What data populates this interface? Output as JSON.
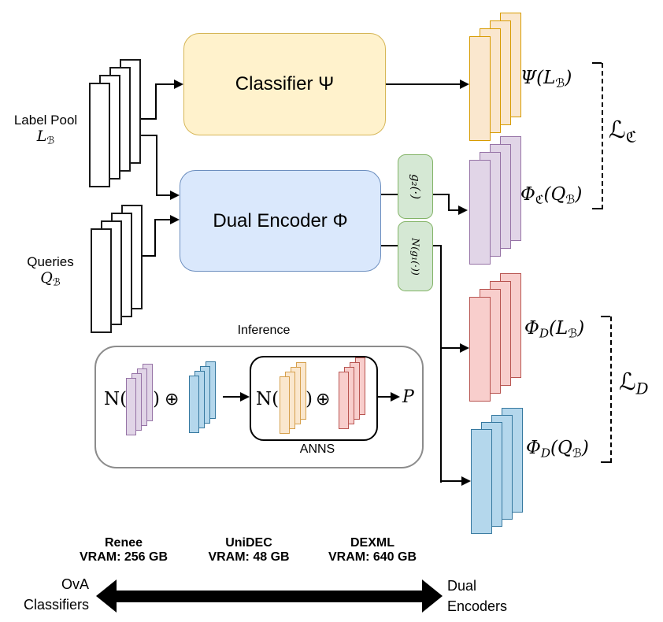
{
  "colors": {
    "classifier_box": {
      "fill": "#FFF2CC",
      "stroke": "#D6B656"
    },
    "dual_encoder_box": {
      "fill": "#DAE8FC",
      "stroke": "#6C8EBF"
    },
    "projection_box": {
      "fill": "#D5E8D4",
      "stroke": "#82B366"
    },
    "stacks": {
      "white": {
        "fill": "#FFFFFF",
        "stroke": "#1A1A1A"
      },
      "orange": {
        "fill": "#FAE7CE",
        "stroke": "#D79B00"
      },
      "purple": {
        "fill": "#E1D5E7",
        "stroke": "#9673A6"
      },
      "red": {
        "fill": "#F8CECC",
        "stroke": "#B85450"
      },
      "blue": {
        "fill": "#B4D7EC",
        "stroke": "#35789F"
      },
      "mini_orange": {
        "fill": "#FAE7CE",
        "stroke": "#D6A04D"
      }
    },
    "line": "#000000",
    "inference_border": "#8C8C8C",
    "anns_border": "#000000"
  },
  "inputs": {
    "label_pool": {
      "title": "Label Pool",
      "symbol": "L",
      "subscript": "ℬ"
    },
    "queries": {
      "title": "Queries",
      "symbol": "𝒬",
      "subscript": "ℬ"
    }
  },
  "blocks": {
    "classifier": "Classifier Ψ",
    "dual_encoder": "Dual Encoder Φ",
    "g2": "g₂(·)",
    "g1_norm": "𝔑(g₁(·))"
  },
  "outputs": {
    "psi_lb": {
      "pre": "Ψ(L",
      "sub": "ℬ",
      "post": ")"
    },
    "phi_c_qb": {
      "base": "Φ",
      "sub1": "ℭ",
      "mid": "(𝒬",
      "sub2": "ℬ",
      "post": ")"
    },
    "phi_d_lb": {
      "base": "Φ",
      "sub1": "𝔇",
      "mid": "(L",
      "sub2": "ℬ",
      "post": ")"
    },
    "phi_d_qb": {
      "base": "Φ",
      "sub1": "𝔇",
      "mid": "(𝒬",
      "sub2": "ℬ",
      "post": ")"
    }
  },
  "losses": {
    "classifier": {
      "base": "ℒ",
      "sub": "ℭ"
    },
    "dual": {
      "base": "ℒ",
      "sub": "𝔇"
    }
  },
  "inference": {
    "title": "Inference",
    "norm": "𝔑",
    "open": "(",
    "close": ")",
    "oplus": "⊕",
    "anns": "ANNS",
    "output": "𝒫"
  },
  "footer": {
    "methods": [
      {
        "name": "Renee",
        "vram": "VRAM: 256 GB"
      },
      {
        "name": "UniDEC",
        "vram": "VRAM: 48 GB"
      },
      {
        "name": "DEXML",
        "vram": "VRAM: 640 GB"
      }
    ],
    "left": {
      "line1": "OvA",
      "line2": "Classifiers"
    },
    "right": {
      "line1": "Dual",
      "line2": "Encoders"
    }
  }
}
